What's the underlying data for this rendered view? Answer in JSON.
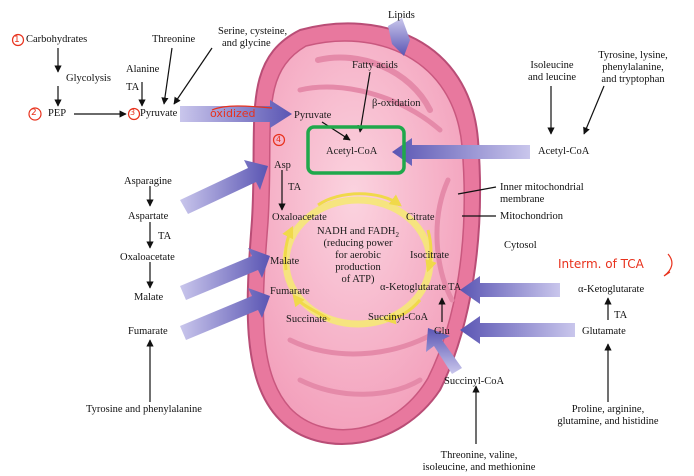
{
  "outside_left": {
    "carbohydrates": "Carbohydrates",
    "glycolysis": "Glycolysis",
    "pep": "PEP",
    "alanine": "Alanine",
    "ta_alanine": "TA",
    "threonine": "Threonine",
    "serine_line1": "Serine, cysteine,",
    "serine_line2": "and glycine",
    "pyruvate": "Pyruvate",
    "asparagine": "Asparagine",
    "aspartate": "Aspartate",
    "ta_aspartate": "TA",
    "oxaloacetate": "Oxaloacetate",
    "malate": "Malate",
    "fumarate": "Fumarate",
    "tyrosine_phe": "Tyrosine and phenylalanine"
  },
  "outside_top": {
    "lipids": "Lipids"
  },
  "outside_right": {
    "isoleucine_line1": "Isoleucine",
    "isoleucine_line2": "and leucine",
    "tyrosine_line1": "Tyrosine, lysine,",
    "tyrosine_line2": "phenylalanine,",
    "tyrosine_line3": "and tryptophan",
    "acetyl_coa": "Acetyl-CoA",
    "inner_membrane_line1": "Inner mitochondrial",
    "inner_membrane_line2": "membrane",
    "mitochondrion": "Mitochondrion",
    "cytosol": "Cytosol",
    "alpha_kg": "α-Ketoglutarate",
    "ta_glu": "TA",
    "glutamate": "Glutamate",
    "proline_line1": "Proline, arginine,",
    "proline_line2": "glutamine, and histidine"
  },
  "outside_bottom": {
    "succinyl_coa": "Succinyl-CoA",
    "threonine_line1": "Threonine, valine,",
    "threonine_line2": "isoleucine, and methionine"
  },
  "inside": {
    "fatty_acids": "Fatty acids",
    "beta_oxidation": "β-oxidation",
    "pyruvate": "Pyruvate",
    "acetyl_coa": "Acetyl-CoA",
    "asp": "Asp",
    "ta_asp": "TA",
    "oxaloacetate": "Oxaloacetate",
    "citrate": "Citrate",
    "nadh_line1": "NADH and FADH",
    "nadh_sub": "2",
    "nadh_line2": "(reducing power",
    "nadh_line3": "for aerobic",
    "nadh_line4": "production",
    "nadh_line5": "of ATP)",
    "malate": "Malate",
    "isocitrate": "Isocitrate",
    "fumarate": "Fumarate",
    "alpha_kg": "α-Ketoglutarate",
    "ta_kg": "TA",
    "succinate": "Succinate",
    "succinyl_coa": "Succinyl-CoA",
    "glu": "Glu"
  },
  "annotations": {
    "mark_1": "1",
    "mark_2": "2",
    "mark_3": "3",
    "mark_4": "4",
    "pyruvate_note": "oxidized",
    "tca_note": "Interm. of TCA"
  },
  "colors": {
    "membrane": "#e8789e",
    "matrix": "#f7b4c8",
    "cristae": "#f2a1bc",
    "arrow_blue": "#6a63bd",
    "cycle_yellow": "#f5e67a",
    "highlight_green": "#1fa84b",
    "annotation_red": "#e8311c"
  }
}
